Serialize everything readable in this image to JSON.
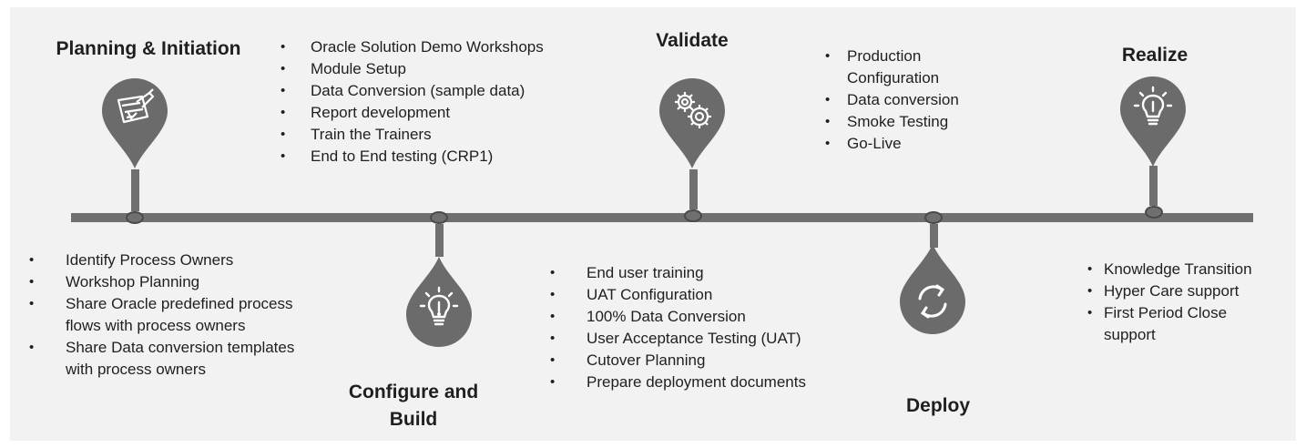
{
  "phases": {
    "planning": {
      "title": "Planning & Initiation",
      "icon": "blueprint-icon",
      "bullets": [
        "Identify Process Owners",
        "Workshop Planning",
        "Share Oracle predefined process flows with process owners",
        "Share Data conversion templates with process owners"
      ]
    },
    "configure": {
      "title_line1": "Configure and",
      "title_line2": "Build",
      "icon": "lightbulb-icon",
      "bullets": [
        "Oracle Solution Demo Workshops",
        "Module Setup",
        "Data Conversion (sample data)",
        "Report development",
        "Train the Trainers",
        "End to End testing (CRP1)"
      ]
    },
    "validate": {
      "title": "Validate",
      "icon": "gears-icon",
      "bullets": [
        "End user training",
        "UAT Configuration",
        "100% Data Conversion",
        "User Acceptance Testing (UAT)",
        "Cutover Planning",
        "Prepare deployment documents"
      ]
    },
    "deploy": {
      "title": "Deploy",
      "icon": "refresh-cycle-icon",
      "bullets": [
        "Production Configuration",
        "Data conversion",
        "Smoke Testing",
        "Go-Live"
      ]
    },
    "realize": {
      "title": "Realize",
      "icon": "lightbulb-icon",
      "bullets": [
        "Knowledge Transition",
        "Hyper Care support",
        "First Period Close support"
      ]
    }
  },
  "colors": {
    "background": "#f2f2f2",
    "timeline": "#707070",
    "pin": "#6b6b6b",
    "text": "#1f1f1f"
  }
}
